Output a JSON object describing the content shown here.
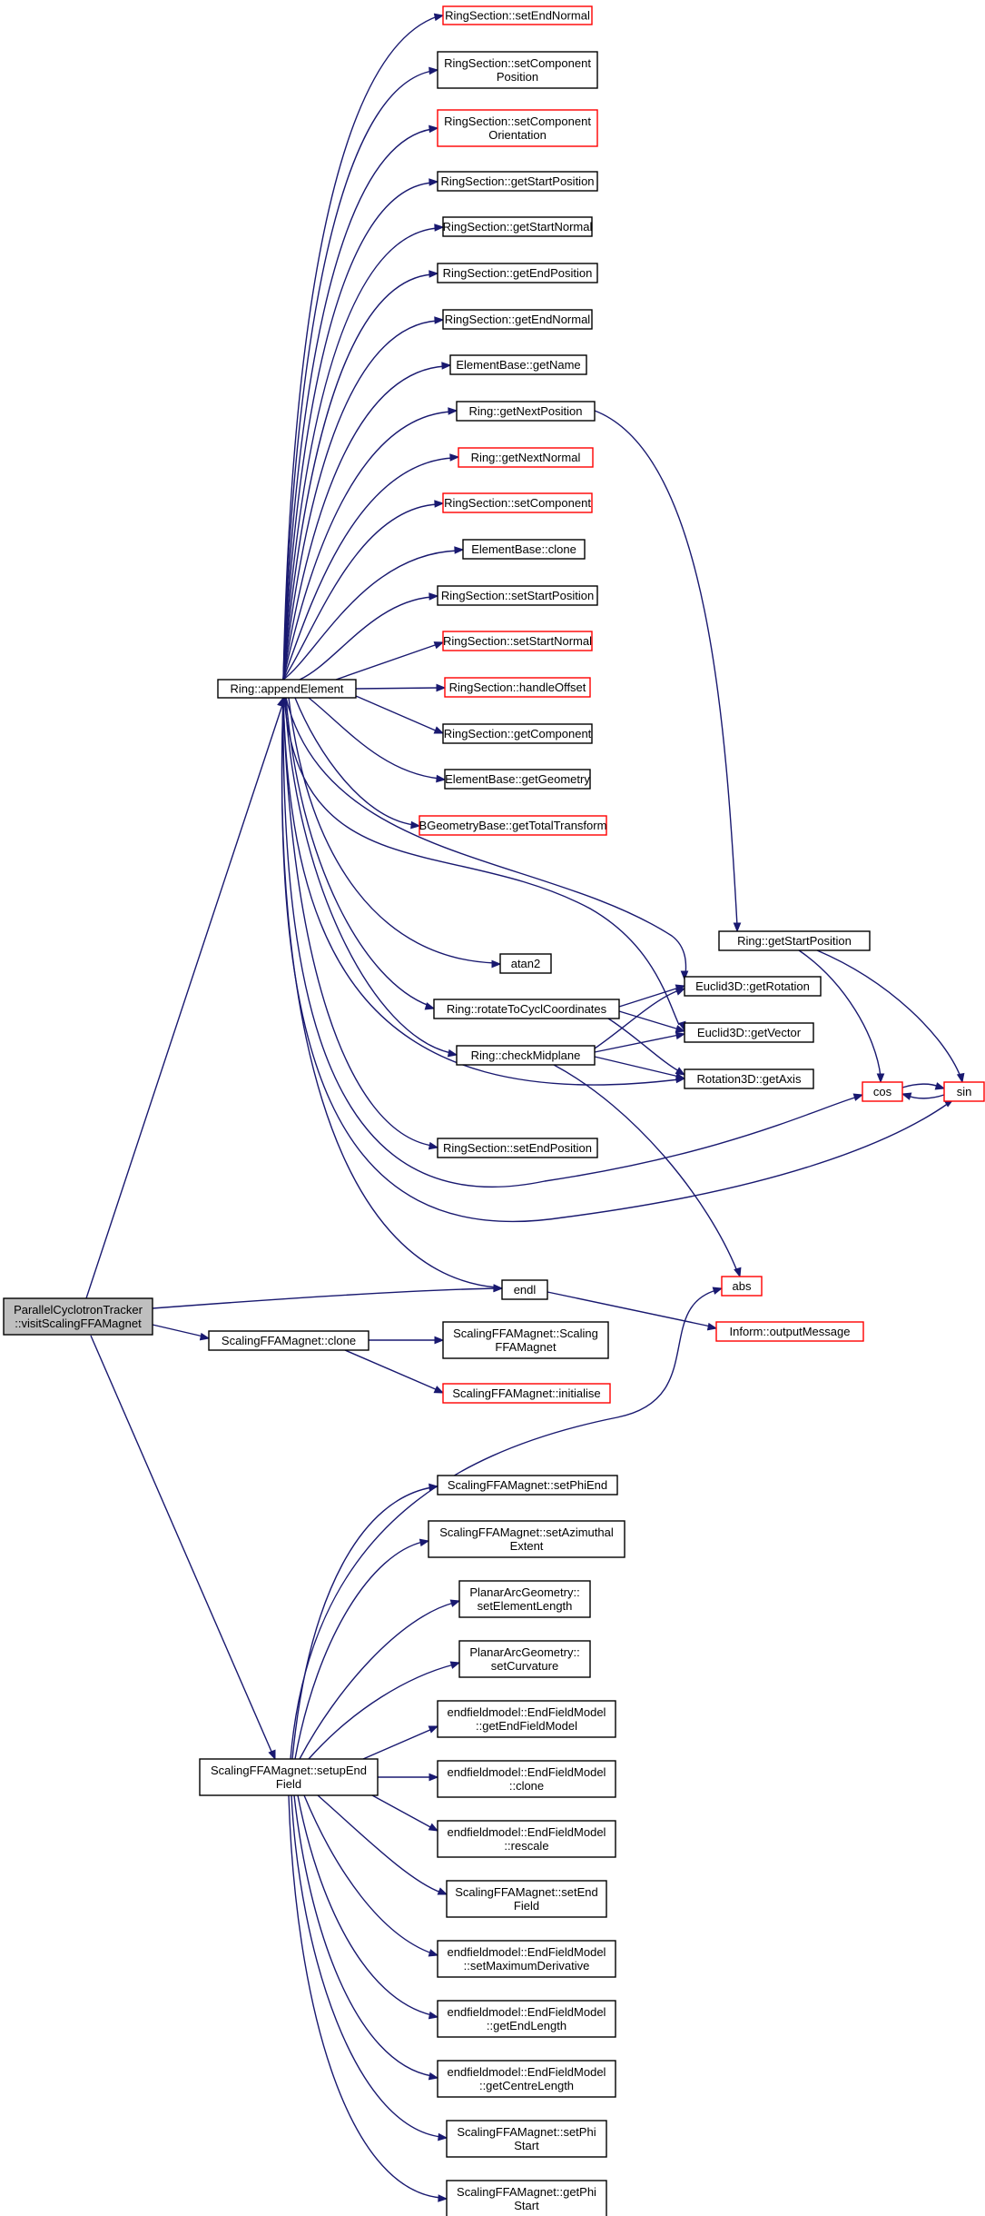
{
  "colors": {
    "edge": "#191970",
    "node_border": "#000000",
    "truncated_border": "#ff0000",
    "root_fill": "#bfbfbf"
  },
  "nodes": [
    {
      "id": "root",
      "lines": [
        "ParallelCyclotronTracker",
        "::visitScalingFFAMagnet"
      ]
    },
    {
      "id": "appendElement",
      "lines": [
        "Ring::appendElement"
      ]
    },
    {
      "id": "clone",
      "lines": [
        "ScalingFFAMagnet::clone"
      ]
    },
    {
      "id": "setupEndField",
      "lines": [
        "ScalingFFAMagnet::setupEnd",
        "Field"
      ]
    },
    {
      "id": "endl",
      "lines": [
        "endl"
      ]
    },
    {
      "id": "rs_setEndNormal",
      "lines": [
        "RingSection::setEndNormal"
      ]
    },
    {
      "id": "rs_setComponentPosition",
      "lines": [
        "RingSection::setComponent",
        "Position"
      ]
    },
    {
      "id": "rs_setComponentOrientation",
      "lines": [
        "RingSection::setComponent",
        "Orientation"
      ]
    },
    {
      "id": "rs_getStartPosition",
      "lines": [
        "RingSection::getStartPosition"
      ]
    },
    {
      "id": "rs_getStartNormal",
      "lines": [
        "RingSection::getStartNormal"
      ]
    },
    {
      "id": "rs_getEndPosition",
      "lines": [
        "RingSection::getEndPosition"
      ]
    },
    {
      "id": "rs_getEndNormal",
      "lines": [
        "RingSection::getEndNormal"
      ]
    },
    {
      "id": "eb_getName",
      "lines": [
        "ElementBase::getName"
      ]
    },
    {
      "id": "ring_getNextPosition",
      "lines": [
        "Ring::getNextPosition"
      ]
    },
    {
      "id": "ring_getNextNormal",
      "lines": [
        "Ring::getNextNormal"
      ]
    },
    {
      "id": "rs_setComponent",
      "lines": [
        "RingSection::setComponent"
      ]
    },
    {
      "id": "eb_clone",
      "lines": [
        "ElementBase::clone"
      ]
    },
    {
      "id": "rs_setStartPosition",
      "lines": [
        "RingSection::setStartPosition"
      ]
    },
    {
      "id": "rs_setStartNormal",
      "lines": [
        "RingSection::setStartNormal"
      ]
    },
    {
      "id": "rs_handleOffset",
      "lines": [
        "RingSection::handleOffset"
      ]
    },
    {
      "id": "rs_getComponent",
      "lines": [
        "RingSection::getComponent"
      ]
    },
    {
      "id": "eb_getGeometry",
      "lines": [
        "ElementBase::getGeometry"
      ]
    },
    {
      "id": "bgb_getTotalTransform",
      "lines": [
        "BGeometryBase::getTotalTransform"
      ]
    },
    {
      "id": "atan2",
      "lines": [
        "atan2"
      ]
    },
    {
      "id": "ring_rotateToCyclCoordinates",
      "lines": [
        "Ring::rotateToCyclCoordinates"
      ]
    },
    {
      "id": "ring_checkMidplane",
      "lines": [
        "Ring::checkMidplane"
      ]
    },
    {
      "id": "rs_setEndPosition",
      "lines": [
        "RingSection::setEndPosition"
      ]
    },
    {
      "id": "ring_getStartPosition",
      "lines": [
        "Ring::getStartPosition"
      ]
    },
    {
      "id": "e3d_getRotation",
      "lines": [
        "Euclid3D::getRotation"
      ]
    },
    {
      "id": "e3d_getVector",
      "lines": [
        "Euclid3D::getVector"
      ]
    },
    {
      "id": "r3d_getAxis",
      "lines": [
        "Rotation3D::getAxis"
      ]
    },
    {
      "id": "cos",
      "lines": [
        "cos"
      ]
    },
    {
      "id": "sin",
      "lines": [
        "sin"
      ]
    },
    {
      "id": "abs",
      "lines": [
        "abs"
      ]
    },
    {
      "id": "inform_outputMessage",
      "lines": [
        "Inform::outputMessage"
      ]
    },
    {
      "id": "sffa_ctor",
      "lines": [
        "ScalingFFAMagnet::Scaling",
        "FFAMagnet"
      ]
    },
    {
      "id": "sffa_initialise",
      "lines": [
        "ScalingFFAMagnet::initialise"
      ]
    },
    {
      "id": "sffa_setPhiEnd",
      "lines": [
        "ScalingFFAMagnet::setPhiEnd"
      ]
    },
    {
      "id": "sffa_setAzimuthalExtent",
      "lines": [
        "ScalingFFAMagnet::setAzimuthal",
        "Extent"
      ]
    },
    {
      "id": "pag_setElementLength",
      "lines": [
        "PlanarArcGeometry::",
        "setElementLength"
      ]
    },
    {
      "id": "pag_setCurvature",
      "lines": [
        "PlanarArcGeometry::",
        "setCurvature"
      ]
    },
    {
      "id": "efm_getEndFieldModel",
      "lines": [
        "endfieldmodel::EndFieldModel",
        "::getEndFieldModel"
      ]
    },
    {
      "id": "efm_clone",
      "lines": [
        "endfieldmodel::EndFieldModel",
        "::clone"
      ]
    },
    {
      "id": "efm_rescale",
      "lines": [
        "endfieldmodel::EndFieldModel",
        "::rescale"
      ]
    },
    {
      "id": "sffa_setEndField",
      "lines": [
        "ScalingFFAMagnet::setEnd",
        "Field"
      ]
    },
    {
      "id": "efm_setMaximumDerivative",
      "lines": [
        "endfieldmodel::EndFieldModel",
        "::setMaximumDerivative"
      ]
    },
    {
      "id": "efm_getEndLength",
      "lines": [
        "endfieldmodel::EndFieldModel",
        "::getEndLength"
      ]
    },
    {
      "id": "efm_getCentreLength",
      "lines": [
        "endfieldmodel::EndFieldModel",
        "::getCentreLength"
      ]
    },
    {
      "id": "sffa_setPhiStart",
      "lines": [
        "ScalingFFAMagnet::setPhi",
        "Start"
      ]
    },
    {
      "id": "sffa_getPhiStart",
      "lines": [
        "ScalingFFAMagnet::getPhi",
        "Start"
      ]
    }
  ]
}
